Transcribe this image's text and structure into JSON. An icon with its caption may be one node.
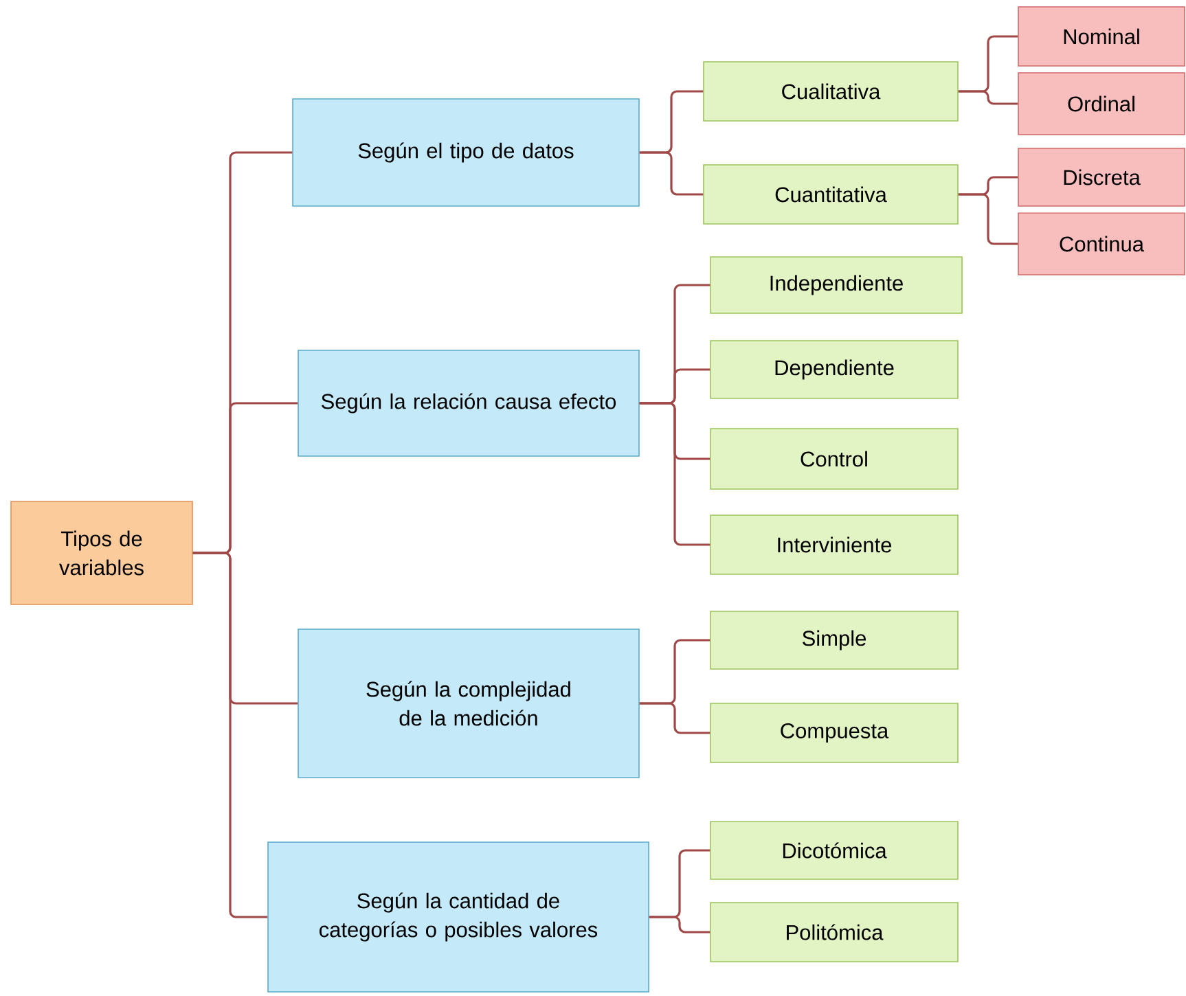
{
  "diagram": {
    "nodes": [
      {
        "text": [
          "Tipos de variables"
        ]
      },
      {
        "text": [
          "Según el tipo de datos"
        ]
      },
      {
        "text": [
          "Cualitativa"
        ]
      },
      {
        "text": [
          "Nominal"
        ]
      },
      {
        "text": [
          "Ordinal"
        ]
      },
      {
        "text": [
          "Cuantitativa"
        ]
      },
      {
        "text": [
          "Discreta"
        ]
      },
      {
        "text": [
          "Continua"
        ]
      },
      {
        "text": [
          "Según la relación causa efecto"
        ]
      },
      {
        "text": [
          "Independiente"
        ]
      },
      {
        "text": [
          "Dependiente"
        ]
      },
      {
        "text": [
          "Control"
        ]
      },
      {
        "text": [
          "Interviniente"
        ]
      },
      {
        "text": [
          "Según la complejidad de la medición"
        ]
      },
      {
        "text": [
          "Simple"
        ]
      },
      {
        "text": [
          "Compuesta"
        ]
      },
      {
        "text": [
          "Según la cantidad de categorías o posibles valores"
        ]
      },
      {
        "text": [
          "Dicotómica"
        ]
      },
      {
        "text": [
          "Politómica"
        ]
      }
    ],
    "edges": [
      {
        "from": 0,
        "to": 1,
        "arrow": "none"
      },
      {
        "from": 0,
        "to": 8,
        "arrow": "none"
      },
      {
        "from": 0,
        "to": 13,
        "arrow": "none"
      },
      {
        "from": 0,
        "to": 16,
        "arrow": "none"
      },
      {
        "from": 1,
        "to": 2,
        "arrow": "none"
      },
      {
        "from": 1,
        "to": 5,
        "arrow": "none"
      },
      {
        "from": 2,
        "to": 3,
        "arrow": "none"
      },
      {
        "from": 2,
        "to": 4,
        "arrow": "none"
      },
      {
        "from": 5,
        "to": 6,
        "arrow": "none"
      },
      {
        "from": 5,
        "to": 7,
        "arrow": "none"
      },
      {
        "from": 8,
        "to": 9,
        "arrow": "none"
      },
      {
        "from": 8,
        "to": 10,
        "arrow": "none"
      },
      {
        "from": 8,
        "to": 11,
        "arrow": "none"
      },
      {
        "from": 8,
        "to": 12,
        "arrow": "none"
      },
      {
        "from": 13,
        "to": 14,
        "arrow": "none"
      },
      {
        "from": 13,
        "to": 15,
        "arrow": "none"
      },
      {
        "from": 16,
        "to": 17,
        "arrow": "none"
      },
      {
        "from": 16,
        "to": 18,
        "arrow": "none"
      }
    ]
  }
}
